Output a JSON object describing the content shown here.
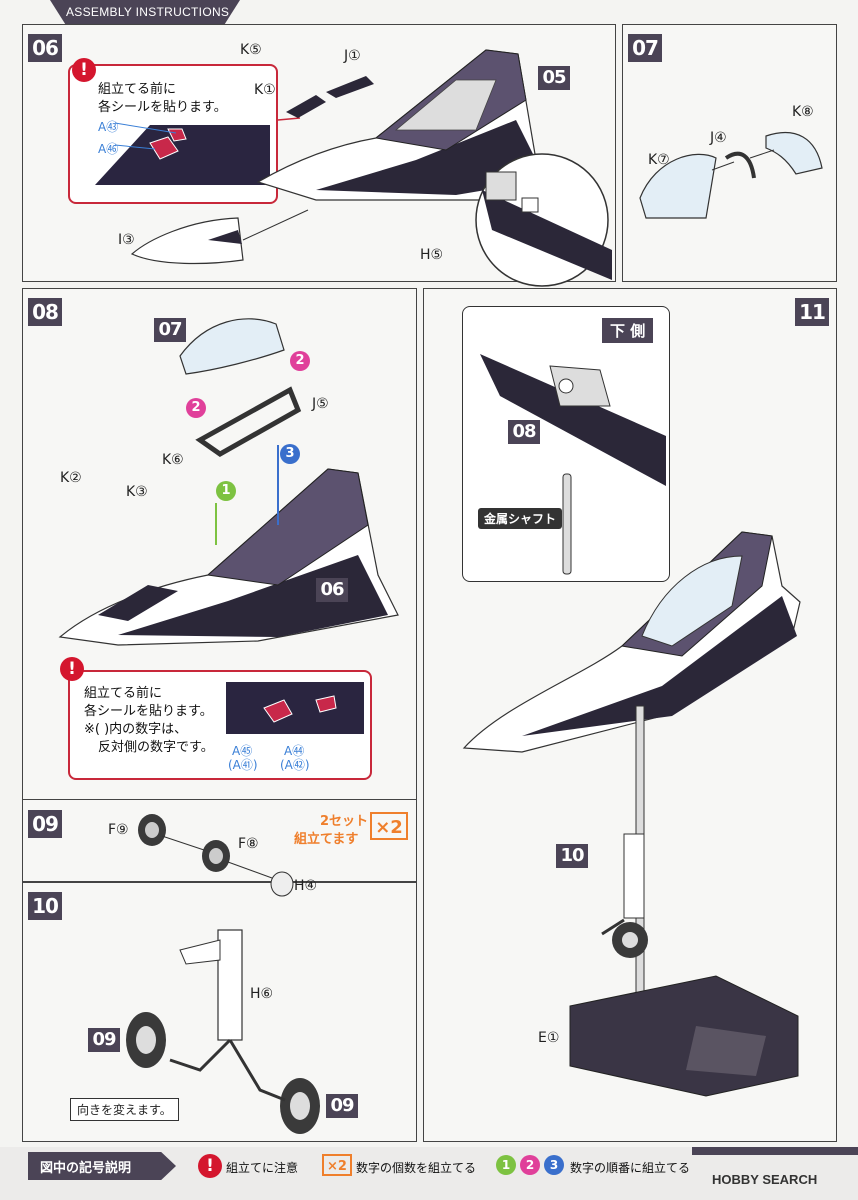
{
  "header": {
    "title": "ASSEMBLY INSTRUCTIONS"
  },
  "steps": {
    "s06": "06",
    "s07": "07",
    "s08": "08",
    "s09": "09",
    "s10": "10",
    "s11": "11",
    "ref05": "05",
    "ref07": "07",
    "ref06": "06",
    "ref08": "08",
    "ref10": "10",
    "ref09a": "09",
    "ref09b": "09"
  },
  "step06": {
    "note_line1": "組立てる前に",
    "note_line2": "各シールを貼ります。",
    "sticker1": "A㊸",
    "sticker2": "A㊻",
    "parts": {
      "k5": "K⑤",
      "j1": "J①",
      "k1": "K①",
      "i3": "I③",
      "h5": "H⑤"
    }
  },
  "step07": {
    "parts": {
      "k8": "K⑧",
      "j4": "J④",
      "k7": "K⑦"
    }
  },
  "step08": {
    "parts": {
      "j5": "J⑤",
      "k6": "K⑥",
      "k2": "K②",
      "k3": "K③"
    },
    "note_line1": "組立てる前に",
    "note_line2": "各シールを貼ります。",
    "note_line3": "※( )内の数字は、",
    "note_line4": "反対側の数字です。",
    "stickerA": "A㊺",
    "stickerA2": "(A㊶)",
    "stickerB": "A㊹",
    "stickerB2": "(A㊷)",
    "order": [
      "1",
      "2",
      "3",
      "2"
    ]
  },
  "step09": {
    "parts": {
      "f9": "F⑨",
      "f8": "F⑧",
      "h4": "H④"
    },
    "set_line1": "2セット",
    "set_line2": "組立てます",
    "mult": "×2"
  },
  "step10": {
    "parts": {
      "h6": "H⑥"
    },
    "note": "向きを変えます。"
  },
  "step11": {
    "bottom_label": "下 側",
    "shaft_label": "金属シャフト",
    "parts": {
      "e1": "E①"
    }
  },
  "legend": {
    "title": "図中の記号説明",
    "item1": "組立てに注意",
    "mult": "×2",
    "item2": "数字の個数を組立てる",
    "n1": "1",
    "n2": "2",
    "n3": "3",
    "item3": "数字の順番に組立てる",
    "watermark": "HOBBY SEARCH"
  },
  "colors": {
    "step_bg": "#4b4456",
    "warn": "#d4162e",
    "purple": "#4a3f63",
    "green": "#7dc241",
    "pink": "#e0409a",
    "blue": "#3a6fcc",
    "orange": "#ef7f2c"
  }
}
